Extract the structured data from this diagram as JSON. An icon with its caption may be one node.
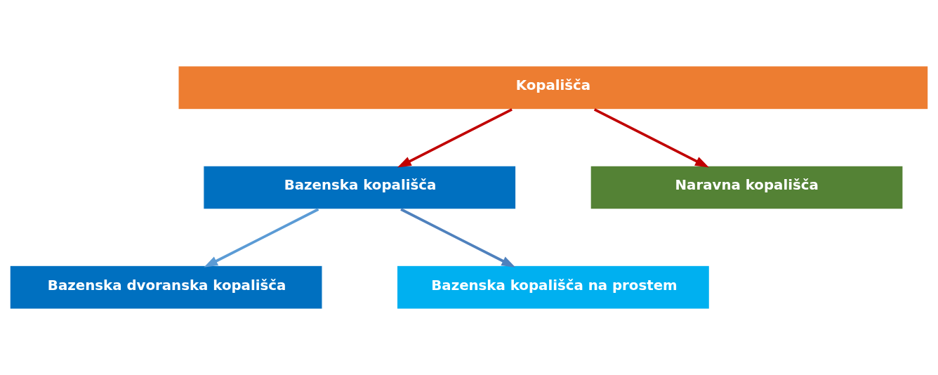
{
  "diagram": {
    "nodes": [
      {
        "text": [
          "Kopališča"
        ]
      },
      {
        "text": [
          "Bazenska kopališča"
        ]
      },
      {
        "text": [
          "Naravna kopališča"
        ]
      },
      {
        "text": [
          "Bazenska dvoranska kopališča"
        ]
      },
      {
        "text": [
          "Bazenska kopališča na prostem"
        ]
      }
    ],
    "edges": [
      {
        "from": 0,
        "to": 1,
        "arrow": "to",
        "color": "#c00000"
      },
      {
        "from": 0,
        "to": 2,
        "arrow": "to",
        "color": "#c00000"
      },
      {
        "from": 1,
        "to": 3,
        "arrow": "to",
        "color": "#5b9bd5"
      },
      {
        "from": 1,
        "to": 4,
        "arrow": "to",
        "color": "#4f81bd"
      }
    ]
  }
}
